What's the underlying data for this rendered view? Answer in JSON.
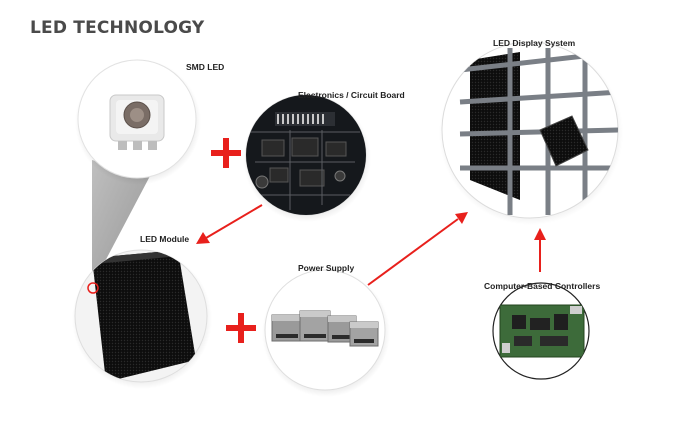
{
  "title": "LED TECHNOLOGY",
  "labels": {
    "smd_led": "SMD LED",
    "circuit_board": "Electronics / Circuit Board",
    "led_module": "LED Module",
    "power_supply": "Power Supply",
    "display_system": "LED Display System",
    "controllers": "Computer-Based Controllers"
  },
  "colors": {
    "arrow": "#e8201c",
    "plus": "#e8201c",
    "title": "#4a4a4a"
  }
}
